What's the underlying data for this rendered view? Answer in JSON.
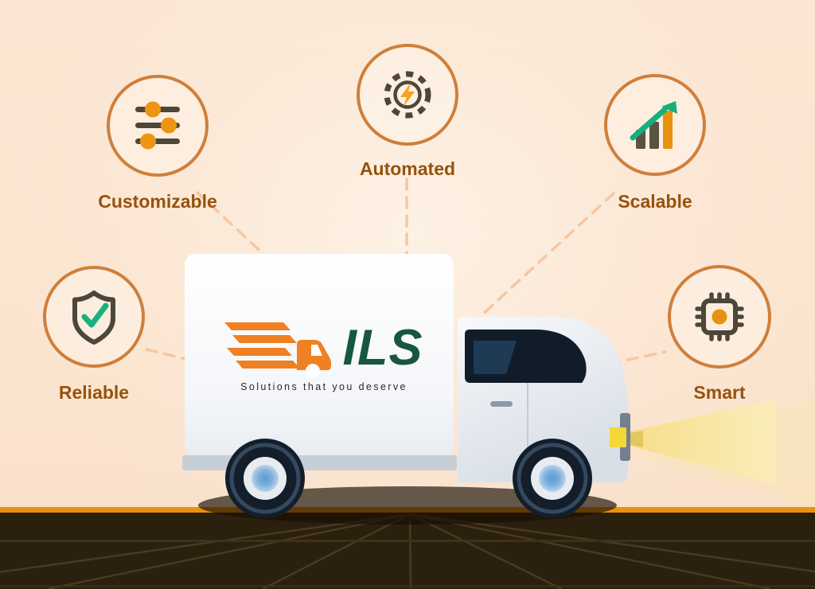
{
  "brand": {
    "name": "ILS",
    "tagline": "Solutions that you deserve"
  },
  "features": [
    {
      "id": "customizable",
      "label": "Customizable",
      "icon": "sliders-icon"
    },
    {
      "id": "automated",
      "label": "Automated",
      "icon": "automation-gear-bolt-icon"
    },
    {
      "id": "scalable",
      "label": "Scalable",
      "icon": "growth-chart-icon"
    },
    {
      "id": "reliable",
      "label": "Reliable",
      "icon": "shield-check-icon"
    },
    {
      "id": "smart",
      "label": "Smart",
      "icon": "chip-icon"
    }
  ],
  "colors": {
    "background": "#FBE6D3",
    "circle_stroke": "#CF7F3B",
    "label_text": "#96520E",
    "brand_green": "#17573E",
    "accent_orange": "#EC9515",
    "icon_dark": "#4D473A",
    "success_green": "#16B27E",
    "road": "#2B1F0D",
    "road_stripe": "#E8910E",
    "headlight_yellow": "#F2D838",
    "truck_body": "#F5F7FA",
    "window_navy": "#111C2B"
  }
}
